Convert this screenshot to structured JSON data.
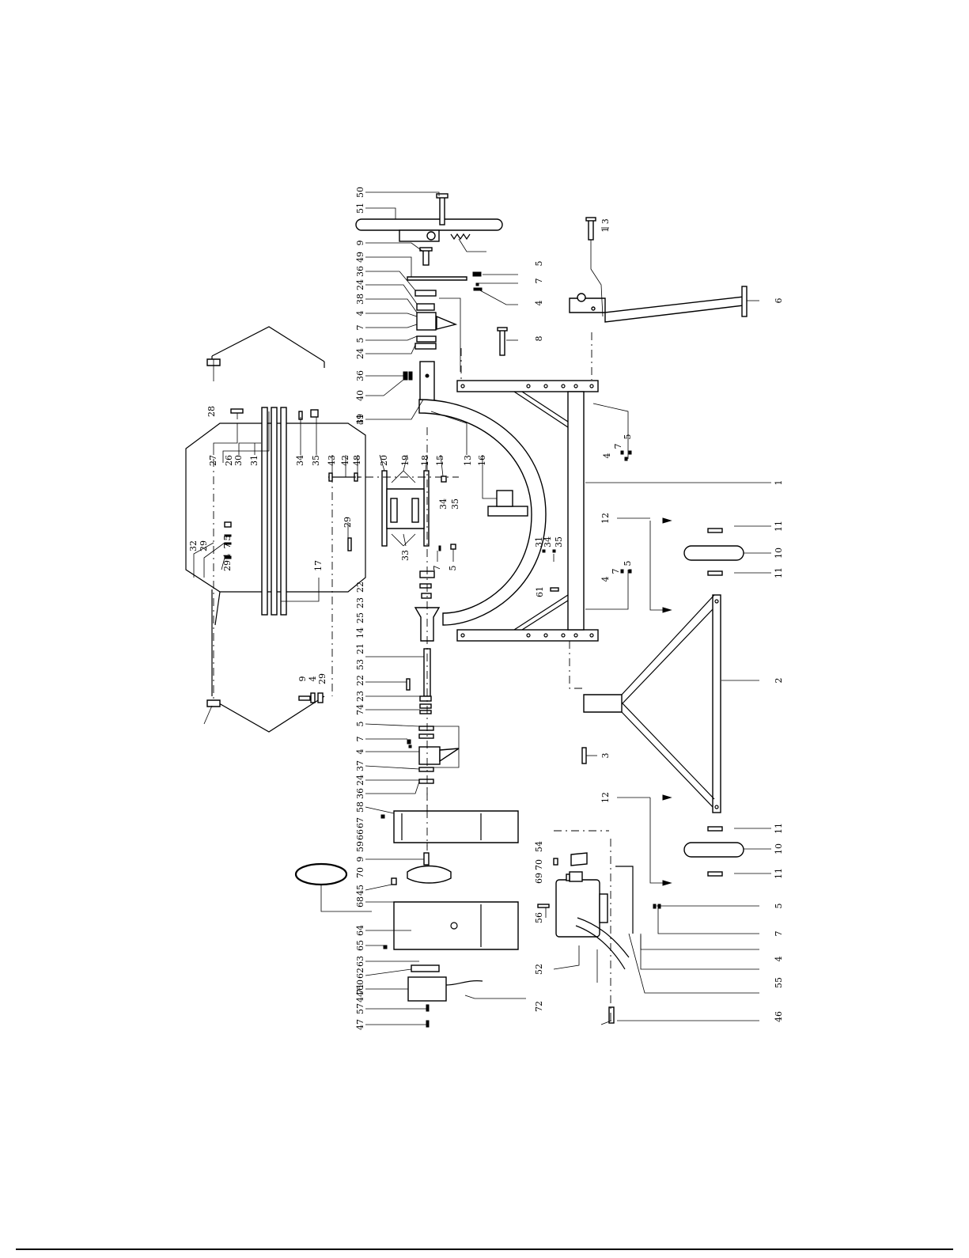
{
  "labels": {
    "col_left_top": [
      "50",
      "51",
      "9",
      "49",
      "36",
      "24",
      "38",
      "4",
      "7",
      "5",
      "24",
      "36",
      "40",
      "41",
      "39"
    ],
    "top_cluster_right": [
      "5",
      "7",
      "4"
    ],
    "pin_top": "1\n3",
    "leg_right": "6",
    "bolt_right": "8",
    "guard_top": "28",
    "guard_row": [
      "27",
      "26",
      "30",
      "31",
      "34",
      "35",
      "43",
      "42",
      "48"
    ],
    "hub_row": [
      "20",
      "19",
      "18",
      "15",
      "13",
      "16"
    ],
    "hub_nuts": [
      "34",
      "35"
    ],
    "frame_right": "1",
    "frame_cluster": [
      "5",
      "7",
      "4"
    ],
    "guard_left": [
      "32",
      "29",
      "29",
      "4",
      "7",
      "5"
    ],
    "guard_mid": [
      "17",
      "29"
    ],
    "hub_lower": [
      "33",
      "7",
      "5"
    ],
    "mid_cluster": [
      "31",
      "34",
      "35"
    ],
    "mid_cluster2": [
      "5",
      "7",
      "4"
    ],
    "bolt_61": "61",
    "col_left_mid": [
      "22",
      "23",
      "25",
      "14",
      "21",
      "53",
      "22",
      "23",
      "74",
      "5",
      "7",
      "4",
      "37",
      "24",
      "36"
    ],
    "guard_lower": [
      "9",
      "4",
      "29"
    ],
    "base_right": [
      "12",
      "11",
      "10",
      "11",
      "2",
      "12",
      "11",
      "10",
      "11"
    ],
    "pin_base": "3",
    "col_left_bottom": [
      "58",
      "67",
      "66",
      "59",
      "9",
      "70",
      "45",
      "68",
      "64",
      "65",
      "63",
      "62",
      "60",
      "44",
      "71",
      "57",
      "47"
    ],
    "motor": [
      "54",
      "70",
      "69",
      "56",
      "52",
      "72",
      "5",
      "7",
      "4",
      "55",
      "46"
    ]
  },
  "icons": {
    "belt": "drive-belt-icon",
    "motor": "electric-motor-icon"
  }
}
